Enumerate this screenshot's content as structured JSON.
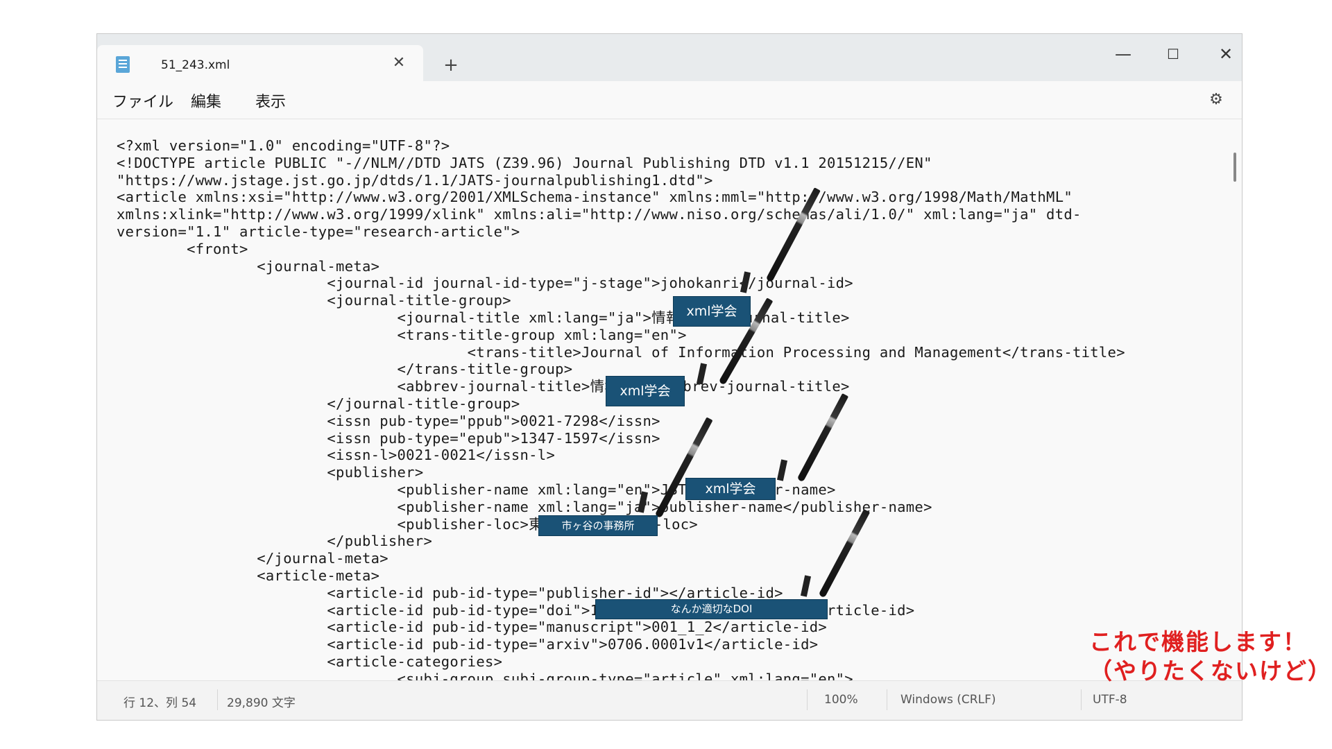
{
  "window": {
    "tab_title": "51_243.xml",
    "tab_close": "✕",
    "new_tab": "+",
    "minimize": "—",
    "maximize": "☐",
    "close": "✕"
  },
  "menu": {
    "file": "ファイル",
    "edit": "編集",
    "view": "表示",
    "settings_icon": "⚙"
  },
  "editor": {
    "lines": [
      "<?xml version=\"1.0\" encoding=\"UTF-8\"?>",
      "<!DOCTYPE article PUBLIC \"-//NLM//DTD JATS (Z39.96) Journal Publishing DTD v1.1 20151215//EN\"",
      "\"https://www.jstage.jst.go.jp/dtds/1.1/JATS-journalpublishing1.dtd\">",
      "<article xmlns:xsi=\"http://www.w3.org/2001/XMLSchema-instance\" xmlns:mml=\"http://www.w3.org/1998/Math/MathML\"",
      "xmlns:xlink=\"http://www.w3.org/1999/xlink\" xmlns:ali=\"http://www.niso.org/schemas/ali/1.0/\" xml:lang=\"ja\" dtd-",
      "version=\"1.1\" article-type=\"research-article\">",
      "        <front>",
      "                <journal-meta>",
      "                        <journal-id journal-id-type=\"j-stage\">johokanri</journal-id>",
      "                        <journal-title-group>",
      "                                <journal-title xml:lang=\"ja\">情報管理</journal-title>",
      "                                <trans-title-group xml:lang=\"en\">",
      "                                        <trans-title>Journal of Information Processing and Management</trans-title>",
      "                                </trans-title-group>",
      "                                <abbrev-journal-title>情報管理</abbrev-journal-title>",
      "                        </journal-title-group>",
      "                        <issn pub-type=\"ppub\">0021-7298</issn>",
      "                        <issn pub-type=\"epub\">1347-1597</issn>",
      "                        <issn-l>0021-0021</issn-l>",
      "                        <publisher>",
      "                                <publisher-name xml:lang=\"en\">JST</publisher-name>",
      "                                <publisher-name xml:lang=\"ja\">publisher-name</publisher-name>",
      "                                <publisher-loc>東京</publisher-loc>",
      "                        </publisher>",
      "                </journal-meta>",
      "                <article-meta>",
      "                        <article-id pub-id-type=\"publisher-id\"></article-id>",
      "                        <article-id pub-id-type=\"doi\">10.1241/johokanri.51.243</article-id>",
      "                        <article-id pub-id-type=\"manuscript\">001_1_2</article-id>",
      "                        <article-id pub-id-type=\"arxiv\">0706.0001v1</article-id>",
      "                        <article-categories>",
      "                                <subj-group subj-group-type=\"article\" xml:lang=\"en\">"
    ]
  },
  "annotations": {
    "box1": "xml学会",
    "box2": "xml学会",
    "box3": "xml学会",
    "box4": "市ヶ谷の事務所",
    "box5": "なんか適切なDOI",
    "note": "これで機能します！\n（やりたくないけど）",
    "note_color": "#e02020"
  },
  "status": {
    "position": "行 12、列 54",
    "chars": "29,890 文字",
    "zoom": "100%",
    "line_ending": "Windows (CRLF)",
    "encoding": "UTF-8"
  }
}
